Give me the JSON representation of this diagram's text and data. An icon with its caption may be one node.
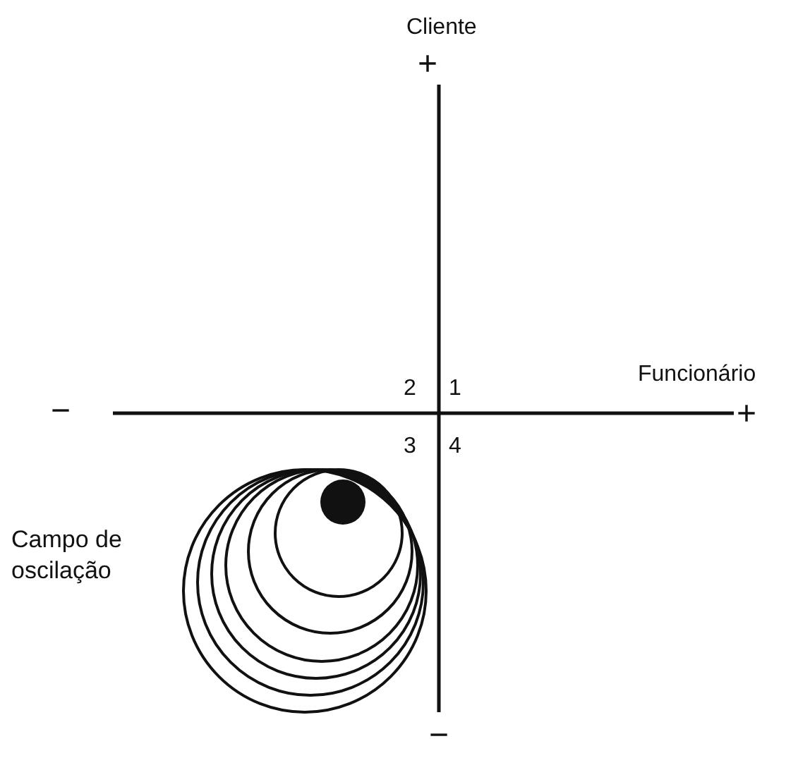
{
  "diagram": {
    "labels": [
      "Cliente",
      "+",
      "Funcionário",
      "2",
      "1",
      "−",
      "+",
      "3",
      "4",
      "Campo de oscilação",
      "−"
    ]
  }
}
